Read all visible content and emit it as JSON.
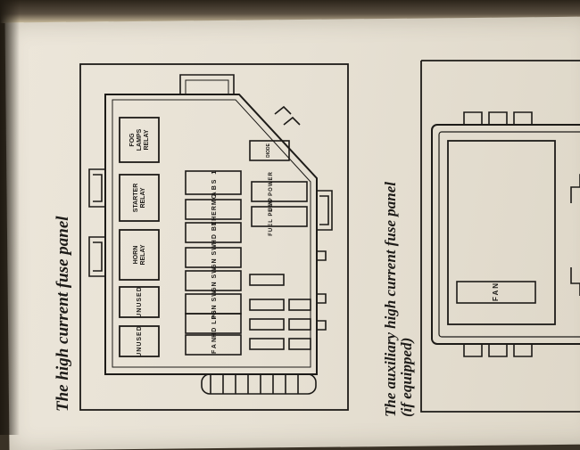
{
  "captions": {
    "left": "The high current fuse panel",
    "right_line1": "The auxiliary high current fuse panel",
    "right_line2": "(if equipped)"
  },
  "relays": {
    "fog_lamps_line1": "FOG",
    "fog_lamps_line2": "LAMPS",
    "fog_lamps_line3": "RELAY",
    "starter_line1": "STARTER",
    "starter_line2": "RELAY",
    "horn_line1": "HORN",
    "horn_line2": "RELAY",
    "unused_1": "UNUSED",
    "unused_2": "UNUSED"
  },
  "fuses": {
    "abs": "ABS 1",
    "thermo": "THERMO",
    "hdbl": "HD BL",
    "ign_sw_1": "IGN SW",
    "ign_sw_2": "IGN SW",
    "ign_sw_3": "IGN SW",
    "hd_lps": "HD LPS",
    "fan": "FAN",
    "eec_power": "EEC POWER",
    "fuel_pump": "FUEL PUMP",
    "diode": "DIODE",
    "aux_fan": "FAN"
  }
}
